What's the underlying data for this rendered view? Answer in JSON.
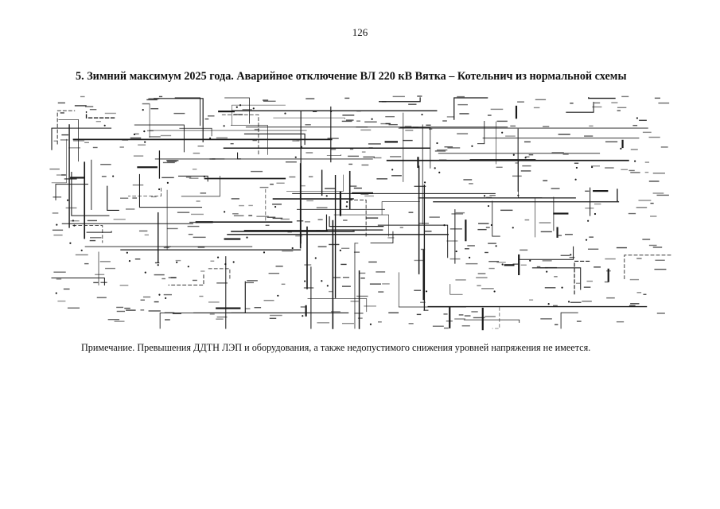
{
  "page": {
    "number": "126",
    "heading": "5.  Зимний максимум 2025 года. Аварийное отключение ВЛ 220 кВ Вятка – Котельнич из нормальной схемы",
    "note": "Примечание. Превышения ДДТН ЛЭП и оборудования, а также недопустимого снижения уровней напряжения не имеется."
  },
  "scheme": {
    "ink_color": "#1a1a1a"
  }
}
